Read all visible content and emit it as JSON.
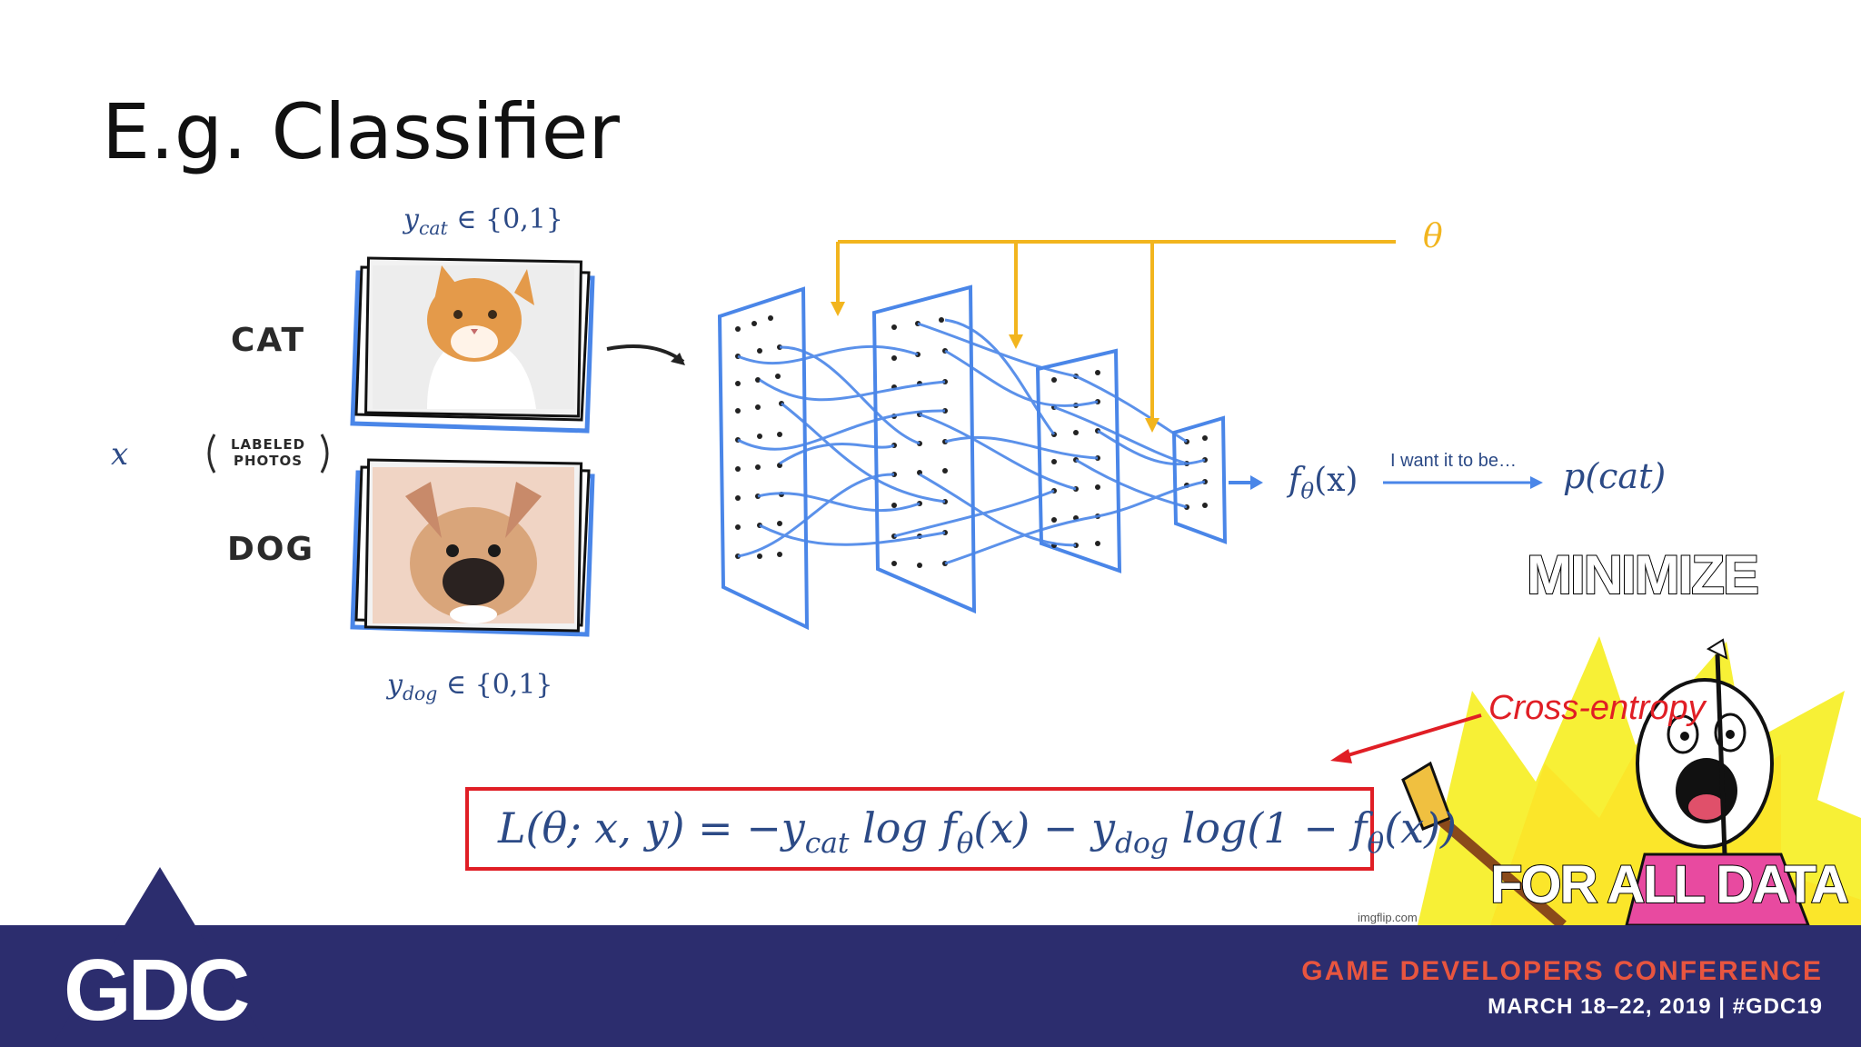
{
  "slide": {
    "title": "E.g. Classifier"
  },
  "labels": {
    "y_cat": {
      "var": "y",
      "sub": "cat",
      "set": " ∈ {0,1}"
    },
    "y_dog": {
      "var": "y",
      "sub": "dog",
      "set": " ∈ {0,1}"
    },
    "x": "x",
    "cat": "CAT",
    "dog": "DOG",
    "labeled_line1": "LABELED",
    "labeled_line2": "PHOTOS",
    "theta": "θ",
    "f_theta": {
      "f": "f",
      "sub": "θ",
      "arg": "(x)"
    },
    "want": "I want it to be…",
    "p_cat": "p(cat)"
  },
  "meme": {
    "top": "MINIMIZE",
    "bottom": "FOR ALL DATA",
    "watermark": "imgflip.com"
  },
  "annotation": {
    "cross_entropy": "Cross-entropy"
  },
  "loss": {
    "lhs": "L(θ; x, y) = −y",
    "sub1": "cat",
    "mid1": " log f",
    "sub2": "θ",
    "mid2": "(x) − y",
    "sub3": "dog",
    "mid3": " log(1 − f",
    "sub4": "θ",
    "end": "(x))"
  },
  "footer": {
    "logo": "GDC",
    "conference": "GAME DEVELOPERS CONFERENCE",
    "dates": "MARCH 18–22, 2019  |  #GDC19"
  },
  "colors": {
    "network_blue": "#4a86e8",
    "theta_yellow": "#f2b51e",
    "loss_red": "#e01e25",
    "footer_navy": "#2c2d6e",
    "conference_orange": "#e8553f",
    "math_blue": "#2c4a86"
  }
}
